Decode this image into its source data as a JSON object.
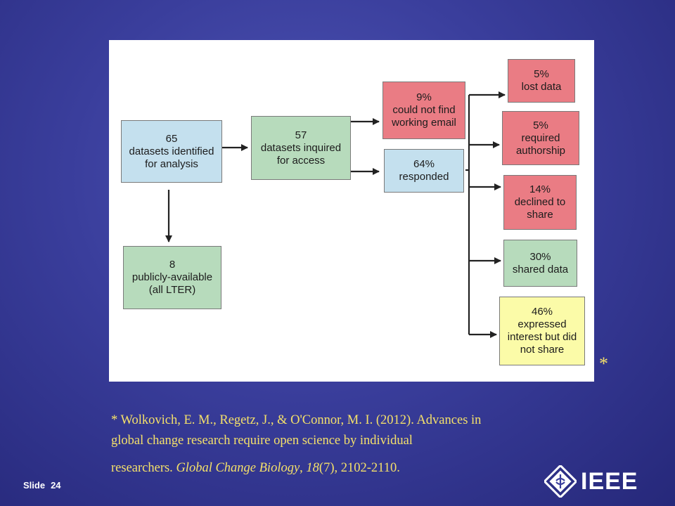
{
  "diagram": {
    "boxes": {
      "identified": [
        "65",
        "datasets identified",
        "for analysis"
      ],
      "inquired": [
        "57",
        "datasets inquired",
        "for access"
      ],
      "public": [
        "8",
        "publicly-available",
        "(all LTER)"
      ],
      "no_email": [
        "9%",
        "could not find",
        "working email"
      ],
      "responded": [
        "64%",
        "responded"
      ],
      "lost": [
        "5%",
        "lost data"
      ],
      "authorship": [
        "5%",
        "required",
        "authorship"
      ],
      "declined": [
        "14%",
        "declined to",
        "share"
      ],
      "shared": [
        "30%",
        "shared data"
      ],
      "interest": [
        "46%",
        "expressed",
        "interest but did",
        "not share"
      ]
    },
    "colors": {
      "blue": "#c4e0ee",
      "green": "#b7dbbc",
      "red": "#ea7c84",
      "yellow": "#fbfba8"
    }
  },
  "asterisk": "*",
  "citation": {
    "line1": "* Wolkovich, E. M., Regetz, J., & O'Connor, M. I. (2012). Advances in",
    "line2": "global change research require open science by individual",
    "line3_a": "researchers. ",
    "line3_journal": "Global Change Biology",
    "line3_b": ", ",
    "line3_volume": "18",
    "line3_c": "(7), 2102-2110."
  },
  "footer": {
    "slide_label": "Slide",
    "slide_number": "24",
    "logo_text": "IEEE"
  }
}
